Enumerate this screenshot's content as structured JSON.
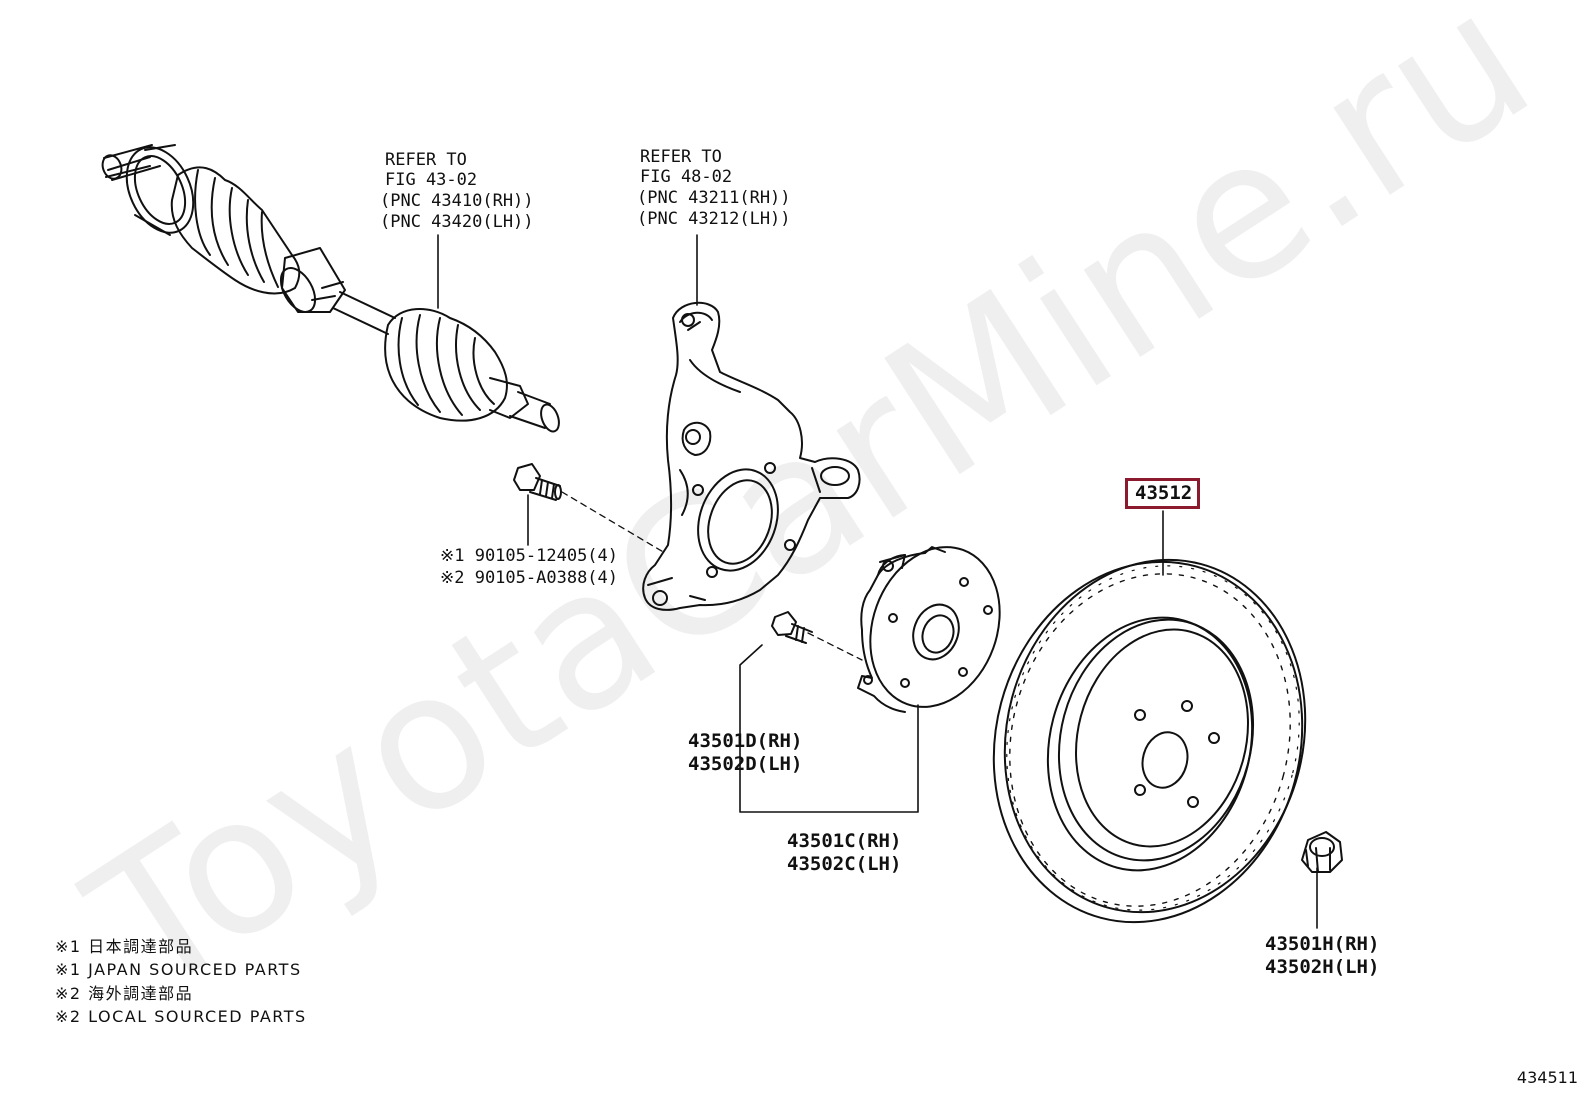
{
  "watermark": "ToyotaCarMine.ru",
  "figure_number": "434511",
  "callouts": {
    "driveshaft": [
      "REFER TO",
      "FIG 43-02",
      "(PNC 43410(RH))",
      "(PNC 43420(LH))"
    ],
    "knuckle": [
      "REFER TO",
      "FIG 48-02",
      "(PNC 43211(RH))",
      "(PNC 43212(LH))"
    ],
    "knuckle_bolt": [
      "※1 90105-12405(4)",
      "※2 90105-A0388(4)"
    ],
    "hub_bolt": [
      "43501D(RH)",
      "43502D(LH)"
    ],
    "hub": [
      "43501C(RH)",
      "43502C(LH)"
    ],
    "rotor": "43512",
    "nut": [
      "43501H(RH)",
      "43502H(LH)"
    ]
  },
  "legend": [
    "※1 日本調達部品",
    "※1 JAPAN SOURCED PARTS",
    "※2 海外調達部品",
    "※2 LOCAL SOURCED PARTS"
  ],
  "colors": {
    "highlight": "#8b1a2f",
    "line": "#111111",
    "watermark": "#ececec"
  }
}
